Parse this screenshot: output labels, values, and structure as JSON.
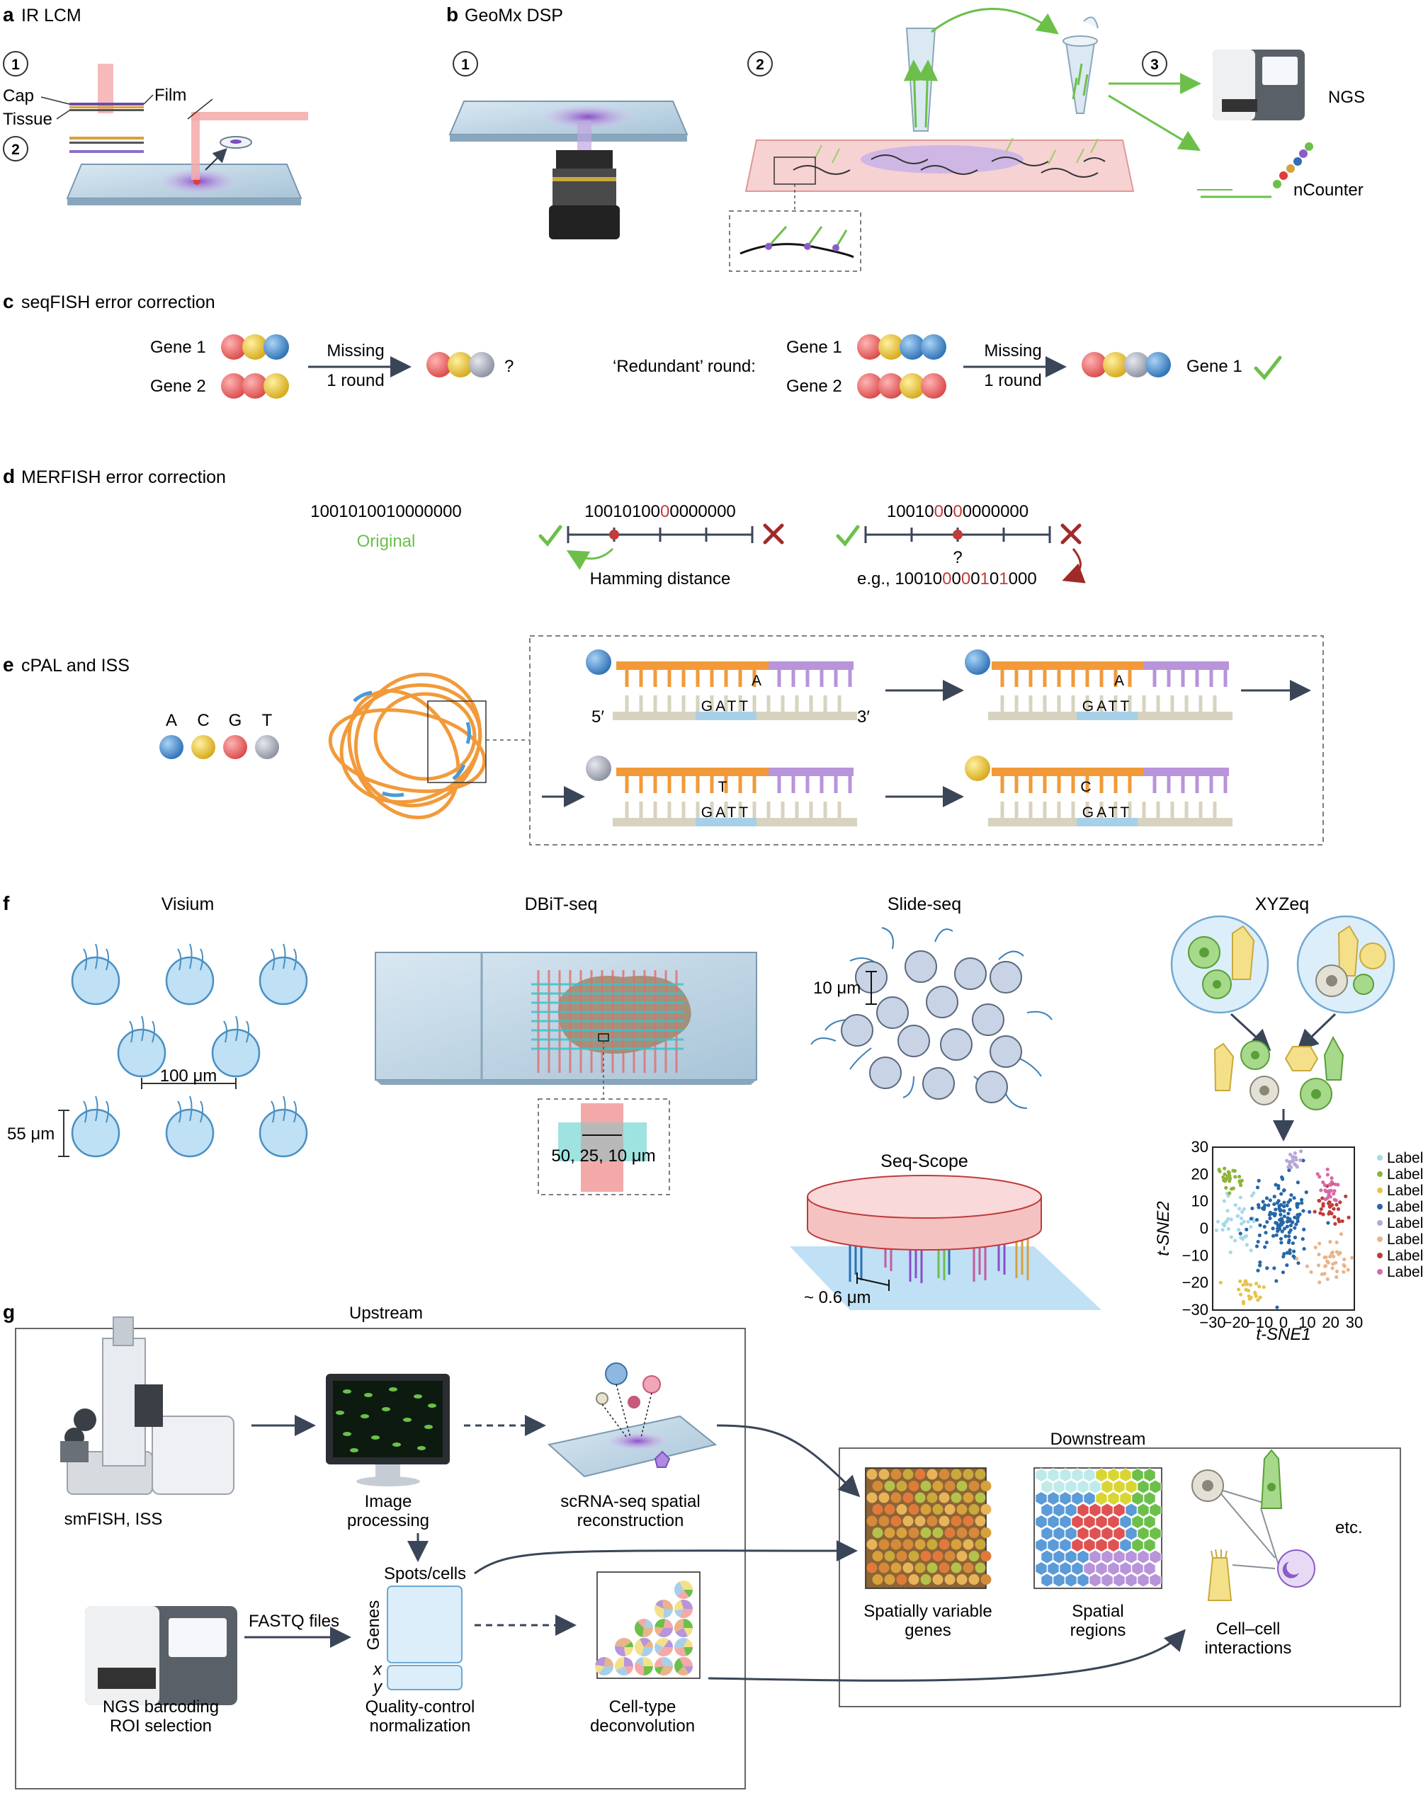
{
  "panel_a": {
    "letter": "a",
    "title": "IR LCM",
    "step1": "1",
    "step2": "2",
    "cap": "Cap",
    "tissue": "Tissue",
    "film": "Film"
  },
  "panel_b": {
    "letter": "b",
    "title": "GeoMx DSP",
    "step1": "1",
    "step2": "2",
    "step3": "3",
    "ngs": "NGS",
    "ncounter": "nCounter"
  },
  "panel_c": {
    "letter": "c",
    "title": "seqFISH error correction",
    "gene1": "Gene 1",
    "gene2": "Gene 2",
    "missing": "Missing",
    "one_round": "1 round",
    "question": "?",
    "redundant": "‘Redundant’ round:",
    "result_gene": "Gene 1"
  },
  "panel_d": {
    "letter": "d",
    "title": "MERFISH error correction",
    "code_original": "1001010010000000",
    "original_label": "Original",
    "code_one_pre": "10010100",
    "code_one_hl": "0",
    "code_one_post": "0000000",
    "code_two_pre": "10010",
    "code_two_hl": "0",
    "code_two_mid": "0",
    "code_two_hl2": "0",
    "code_two_post": "0000000",
    "hamming": "Hamming distance",
    "question": "?",
    "eg_pre": "e.g., 10010",
    "eg_hl1": "0",
    "eg_mid1": "0",
    "eg_hl2": "0",
    "eg_mid2": "0",
    "eg_hl3": "1",
    "eg_mid3": "0",
    "eg_hl4": "1",
    "eg_post": "000"
  },
  "panel_e": {
    "letter": "e",
    "title": "cPAL and ISS",
    "bases": [
      "A",
      "C",
      "G",
      "T"
    ],
    "five_prime": "5′",
    "three_prime": "3′",
    "seq": "GATT",
    "read1": "A",
    "read2": "A",
    "read3": "T",
    "read4": "C"
  },
  "panel_f": {
    "letter": "f",
    "visium": "Visium",
    "dbit": "DBiT-seq",
    "slideseq": "Slide-seq",
    "xyzeq": "XYZeq",
    "seqscope": "Seq-Scope",
    "um100": "100 μm",
    "um55": "55 μm",
    "um10": "10 μm",
    "dbit_sizes": "50, 25, 10 μm",
    "um06": "~ 0.6 μm"
  },
  "panel_g": {
    "letter": "g",
    "upstream": "Upstream",
    "downstream": "Downstream",
    "smfish": "smFISH, ISS",
    "image_proc_1": "Image",
    "image_proc_2": "processing",
    "scrna_1": "scRNA-seq spatial",
    "scrna_2": "reconstruction",
    "spots": "Spots/cells",
    "genes": "Genes",
    "x": "x",
    "y": "y",
    "fastq": "FASTQ files",
    "ngs_1": "NGS barcoding",
    "ngs_2": "ROI selection",
    "qc_1": "Quality-control",
    "qc_2": "normalization",
    "decon_1": "Cell-type",
    "decon_2": "deconvolution",
    "svg_1": "Spatially variable",
    "svg_2": "genes",
    "sr_1": "Spatial",
    "sr_2": "regions",
    "cci_1": "Cell–cell",
    "cci_2": "interactions",
    "etc": "etc."
  },
  "chart_data": {
    "type": "scatter",
    "xlabel": "t-SNE1",
    "ylabel": "t-SNE2",
    "xlim": [
      -30,
      30
    ],
    "ylim": [
      -30,
      30
    ],
    "xticks": [
      -30,
      -20,
      -10,
      0,
      10,
      20,
      30
    ],
    "yticks": [
      30,
      20,
      10,
      0,
      -10,
      -20,
      -30
    ],
    "legend_position": "right",
    "series": [
      {
        "name": "Label",
        "color": "#a8d8ea",
        "cx": -20,
        "cy": 2,
        "sx": 4,
        "sy": 5,
        "n": 40
      },
      {
        "name": "Label",
        "color": "#8db33a",
        "cx": -22,
        "cy": 18,
        "sx": 3,
        "sy": 2.5,
        "n": 28
      },
      {
        "name": "Label",
        "color": "#e6c34a",
        "cx": -14,
        "cy": -23,
        "sx": 3,
        "sy": 2.5,
        "n": 26
      },
      {
        "name": "Label",
        "color": "#2767a8",
        "cx": -1,
        "cy": 2,
        "sx": 6,
        "sy": 8,
        "n": 150
      },
      {
        "name": "Label",
        "color": "#b8a6d9",
        "cx": 3,
        "cy": 25,
        "sx": 2.5,
        "sy": 2,
        "n": 18
      },
      {
        "name": "Label",
        "color": "#e8b48a",
        "cx": 19,
        "cy": -12,
        "sx": 5,
        "sy": 4,
        "n": 38
      },
      {
        "name": "Label",
        "color": "#c23a3a",
        "cx": 20,
        "cy": 9,
        "sx": 3.5,
        "sy": 3.5,
        "n": 32
      },
      {
        "name": "Label",
        "color": "#d86aa6",
        "cx": 19,
        "cy": 15,
        "sx": 3,
        "sy": 3,
        "n": 26
      }
    ]
  }
}
